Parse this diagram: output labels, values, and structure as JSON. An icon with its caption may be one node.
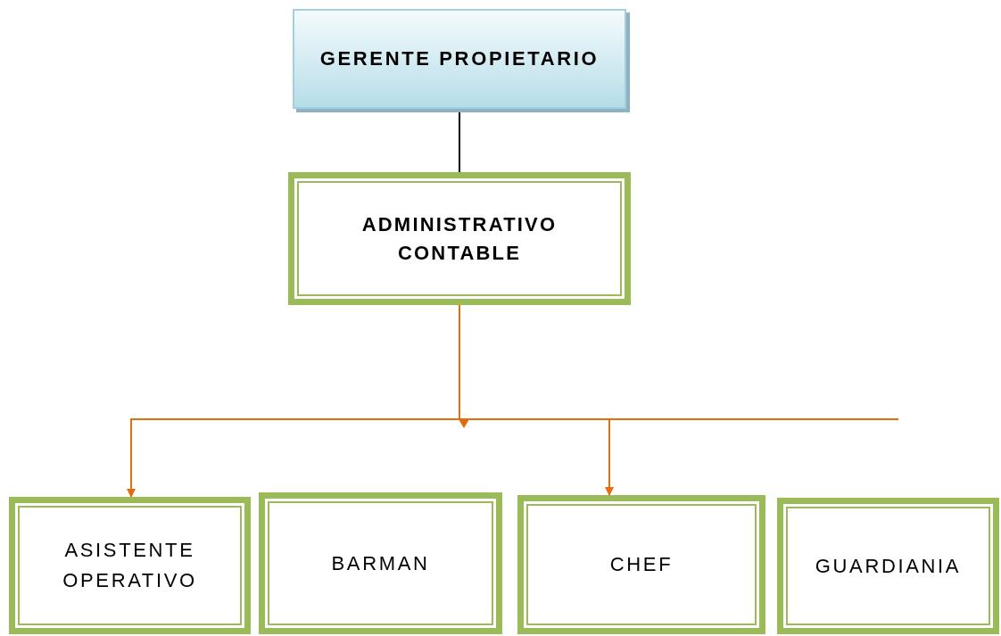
{
  "diagram": {
    "nodes": [
      {
        "text": [
          "GERENTE PROPIETARIO"
        ]
      },
      {
        "text": [
          "ADMINISTRATIVO CONTABLE"
        ]
      },
      {
        "text": [
          "ASISTENTE OPERATIVO"
        ]
      },
      {
        "text": [
          "BARMAN"
        ]
      },
      {
        "text": [
          "CHEF"
        ]
      },
      {
        "text": [
          "GUARDIANIA"
        ]
      }
    ],
    "edges": [
      {
        "from": 0,
        "to": 1,
        "arrow": "none",
        "color": "#000000"
      },
      {
        "from": 1,
        "to": 2,
        "arrow": "to"
      },
      {
        "from": 1,
        "to": 4,
        "arrow": "to"
      }
    ]
  }
}
